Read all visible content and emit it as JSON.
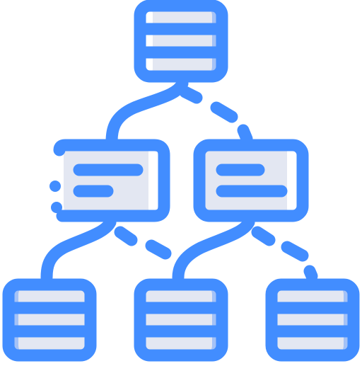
{
  "icon": {
    "name": "hierarchy-network-icon",
    "colors": {
      "outline": "#428dff",
      "light_fill": "#e3e7f2",
      "mid_fill": "#a4c2f7",
      "background": "#ffffff"
    },
    "nodes": [
      {
        "id": "top",
        "type": "database"
      },
      {
        "id": "mid-left",
        "type": "card"
      },
      {
        "id": "mid-right",
        "type": "card"
      },
      {
        "id": "bottom-left",
        "type": "database"
      },
      {
        "id": "bottom-center",
        "type": "database"
      },
      {
        "id": "bottom-right",
        "type": "database"
      }
    ]
  }
}
